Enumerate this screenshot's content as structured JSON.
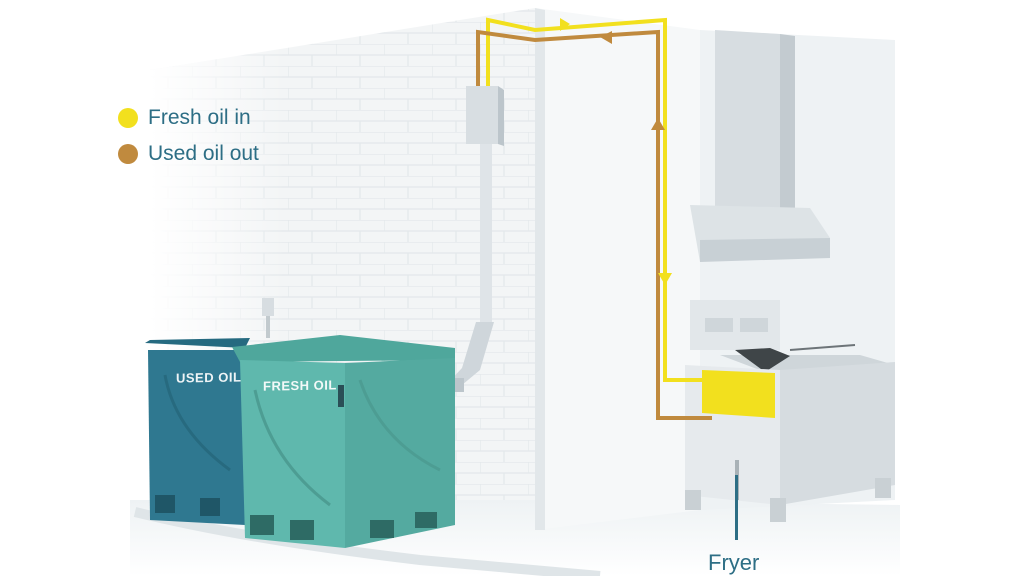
{
  "legend": {
    "items": [
      {
        "label": "Fresh oil in",
        "color": "#f2e01e"
      },
      {
        "label": "Used oil out",
        "color": "#c08a3e"
      }
    ]
  },
  "tanks": {
    "used_label": "USED OIL",
    "fresh_label": "FRESH OIL",
    "used_color": "#2f7890",
    "fresh_color": "#5fb8ad"
  },
  "fryer": {
    "caption": "Fryer",
    "oil_color": "#f2e01e"
  },
  "colors": {
    "text": "#2d6e85",
    "fresh_line": "#f2e01e",
    "used_line": "#c08a3e",
    "metal": "#d9dfe3"
  }
}
